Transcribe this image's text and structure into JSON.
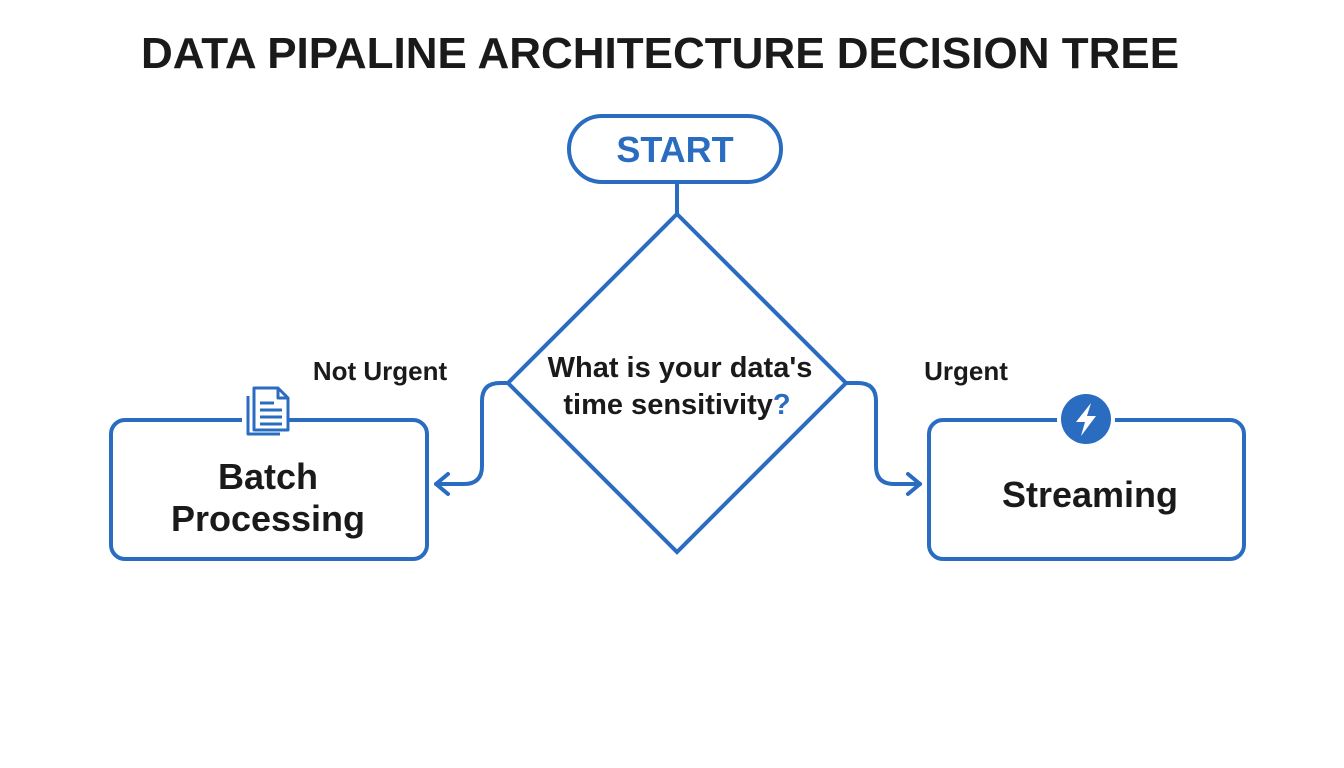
{
  "title": "DATA PIPALINE ARCHITECTURE DECISION TREE",
  "start": {
    "label": "START"
  },
  "decision": {
    "line1": "What is your data's",
    "line2_prefix": "time sensitivity",
    "line2_mark": "?"
  },
  "branches": {
    "left": {
      "label": "Not Urgent",
      "outcome_line1": "Batch",
      "outcome_line2": "Processing",
      "icon": "document-icon"
    },
    "right": {
      "label": "Urgent",
      "outcome": "Streaming",
      "icon": "lightning-bolt-icon"
    }
  },
  "colors": {
    "accent": "#2a6cc0",
    "text": "#1a1a1a",
    "background": "#ffffff"
  }
}
